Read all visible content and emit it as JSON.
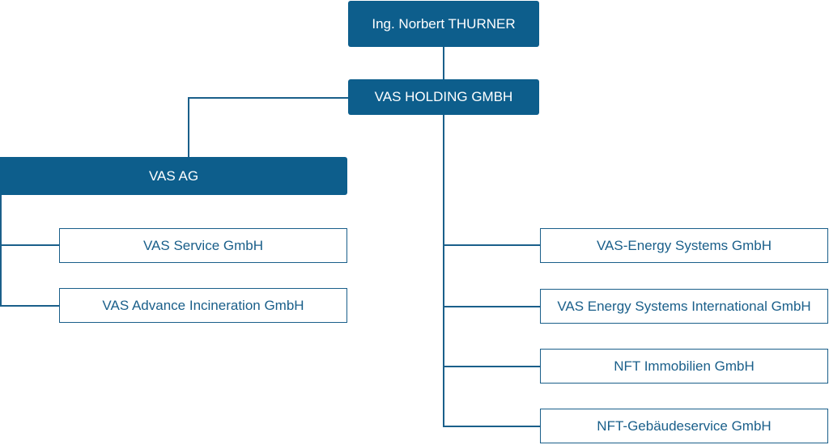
{
  "colors": {
    "primary": "#0d5e8c",
    "outline_border": "#1a5f8a",
    "outline_text": "#1a5f8a",
    "filled_text": "#ffffff",
    "connector": "#1a5f8a"
  },
  "org": {
    "owner": {
      "label": "Ing. Norbert THURNER"
    },
    "holding": {
      "label": "VAS HOLDING GMBH"
    },
    "ag": {
      "label": "VAS AG",
      "subsidiaries": [
        {
          "label": "VAS Service GmbH"
        },
        {
          "label": "VAS Advance Incineration GmbH"
        }
      ]
    },
    "holding_subsidiaries": [
      {
        "label": "VAS-Energy Systems GmbH"
      },
      {
        "label": "VAS Energy Systems International GmbH"
      },
      {
        "label": "NFT Immobilien GmbH"
      },
      {
        "label": "NFT-Gebäudeservice GmbH"
      }
    ]
  }
}
